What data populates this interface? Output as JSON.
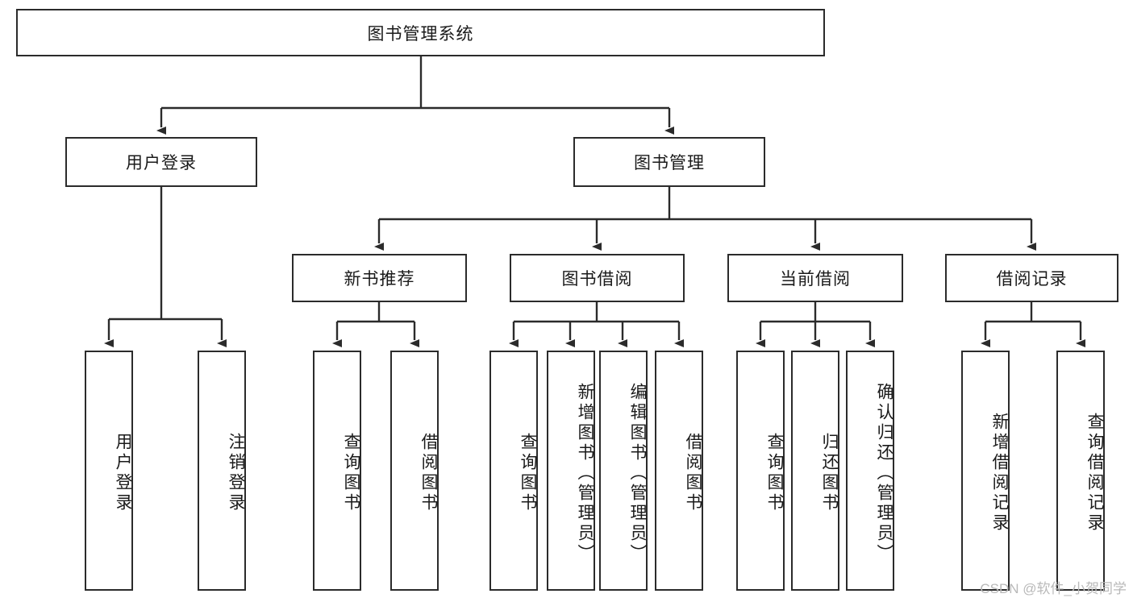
{
  "diagram": {
    "title": "图书管理系统",
    "type": "hierarchy-tree",
    "watermark": "CSDN @软件_小贺同学",
    "colors": {
      "stroke": "#2b2b2b",
      "fill": "#ffffff",
      "text": "#1a1a1a",
      "watermark": "#b9b9b9"
    },
    "levels": {
      "root": {
        "label": "图书管理系统"
      },
      "level2": [
        {
          "label": "用户登录"
        },
        {
          "label": "图书管理"
        }
      ],
      "level3": [
        {
          "label": "新书推荐"
        },
        {
          "label": "图书借阅"
        },
        {
          "label": "当前借阅"
        },
        {
          "label": "借阅记录"
        }
      ],
      "leaves": {
        "user_login": [
          {
            "label": "用户登录"
          },
          {
            "label": "注销登录"
          }
        ],
        "new_book": [
          {
            "label": "查询图书"
          },
          {
            "label": "借阅图书"
          }
        ],
        "book_borrow": [
          {
            "label": "查询图书"
          },
          {
            "label": "新增图书（管理员）"
          },
          {
            "label": "编辑图书（管理员）"
          },
          {
            "label": "借阅图书"
          }
        ],
        "current_borrow": [
          {
            "label": "查询图书"
          },
          {
            "label": "归还图书"
          },
          {
            "label": "确认归还（管理员）"
          }
        ],
        "borrow_record": [
          {
            "label": "新增借阅记录"
          },
          {
            "label": "查询借阅记录"
          }
        ]
      }
    }
  }
}
